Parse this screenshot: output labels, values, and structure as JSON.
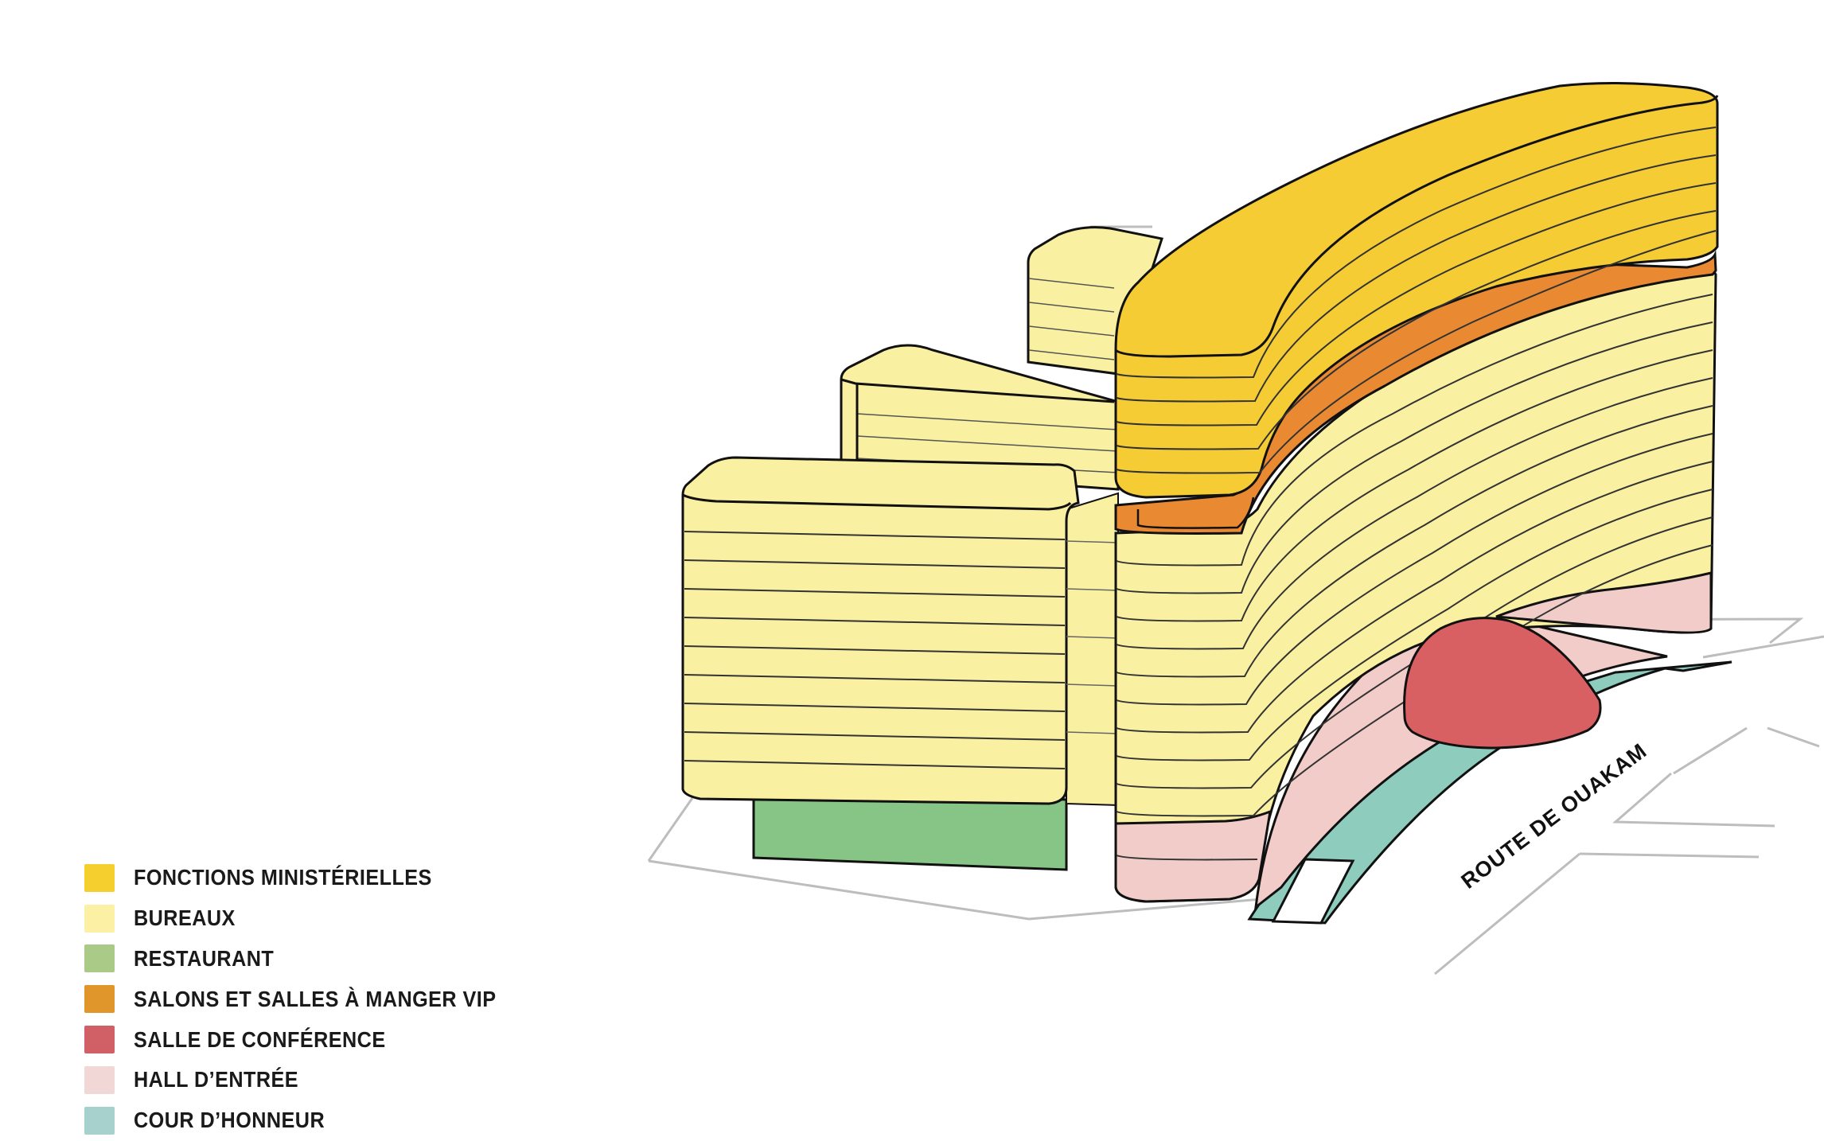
{
  "diagram": {
    "road_label": "ROUTE DE OUAKAM"
  },
  "legend": {
    "items": [
      {
        "label": "FONCTIONS MINISTÉRIELLES",
        "color": "#F4CF2D"
      },
      {
        "label": "BUREAUX",
        "color": "#FBF0A4"
      },
      {
        "label": "RESTAURANT",
        "color": "#A9CB87"
      },
      {
        "label": "SALONS ET SALLES À MANGER VIP",
        "color": "#E0962A"
      },
      {
        "label": "SALLE DE CONFÉRENCE",
        "color": "#D06066"
      },
      {
        "label": "HALL D’ENTRÉE",
        "color": "#F1D7D6"
      },
      {
        "label": "COUR D’HONNEUR",
        "color": "#A6D1CD"
      }
    ]
  },
  "colors": {
    "ministerial": "#F6CC34",
    "offices": "#FAF0A2",
    "restaurant": "#86C585",
    "vip": "#E98A32",
    "conference": "#D86063",
    "hall": "#F1CCC8",
    "court": "#8ECCBE"
  }
}
